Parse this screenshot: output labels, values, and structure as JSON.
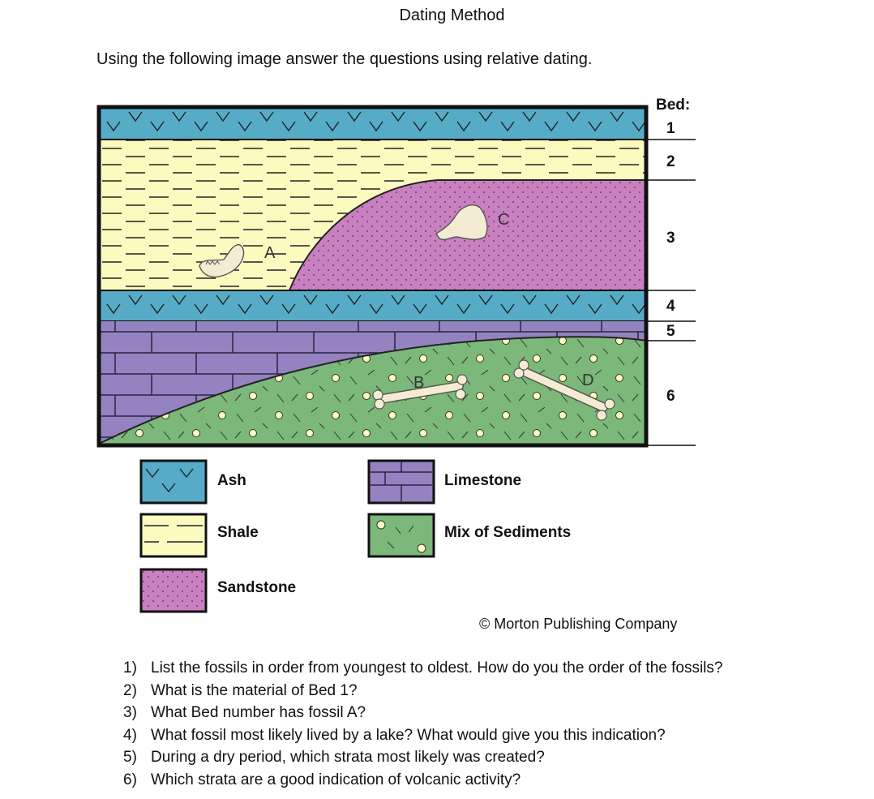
{
  "title": "Dating Method",
  "intro": "Using the following image answer the questions using relative dating.",
  "beds": {
    "header": "Bed:",
    "numbers": [
      "1",
      "2",
      "3",
      "4",
      "5",
      "6"
    ]
  },
  "fossils": {
    "a": "A",
    "b": "B",
    "c": "C",
    "d": "D"
  },
  "legend": [
    {
      "label": "Ash",
      "color": "#56acc6"
    },
    {
      "label": "Shale",
      "color": "#fbfbc0"
    },
    {
      "label": "Sandstone",
      "color": "#c880c0"
    },
    {
      "label": "Limestone",
      "color": "#9582c0"
    },
    {
      "label": "Mix of Sediments",
      "color": "#7bb87a"
    }
  ],
  "credit": "© Morton Publishing Company",
  "questions": [
    {
      "num": "1)",
      "text": "List the fossils in order from youngest to oldest.  How do you the order of the fossils?"
    },
    {
      "num": "2)",
      "text": "What is the material of Bed 1?"
    },
    {
      "num": "3)",
      "text": "What Bed number has fossil A?"
    },
    {
      "num": "4)",
      "text": "What fossil most likely lived by a lake?  What would give you this indication?"
    },
    {
      "num": "5)",
      "text": "During a dry period, which strata most likely was created?"
    },
    {
      "num": "6)",
      "text": "Which strata are a good indication of volcanic activity?"
    }
  ]
}
